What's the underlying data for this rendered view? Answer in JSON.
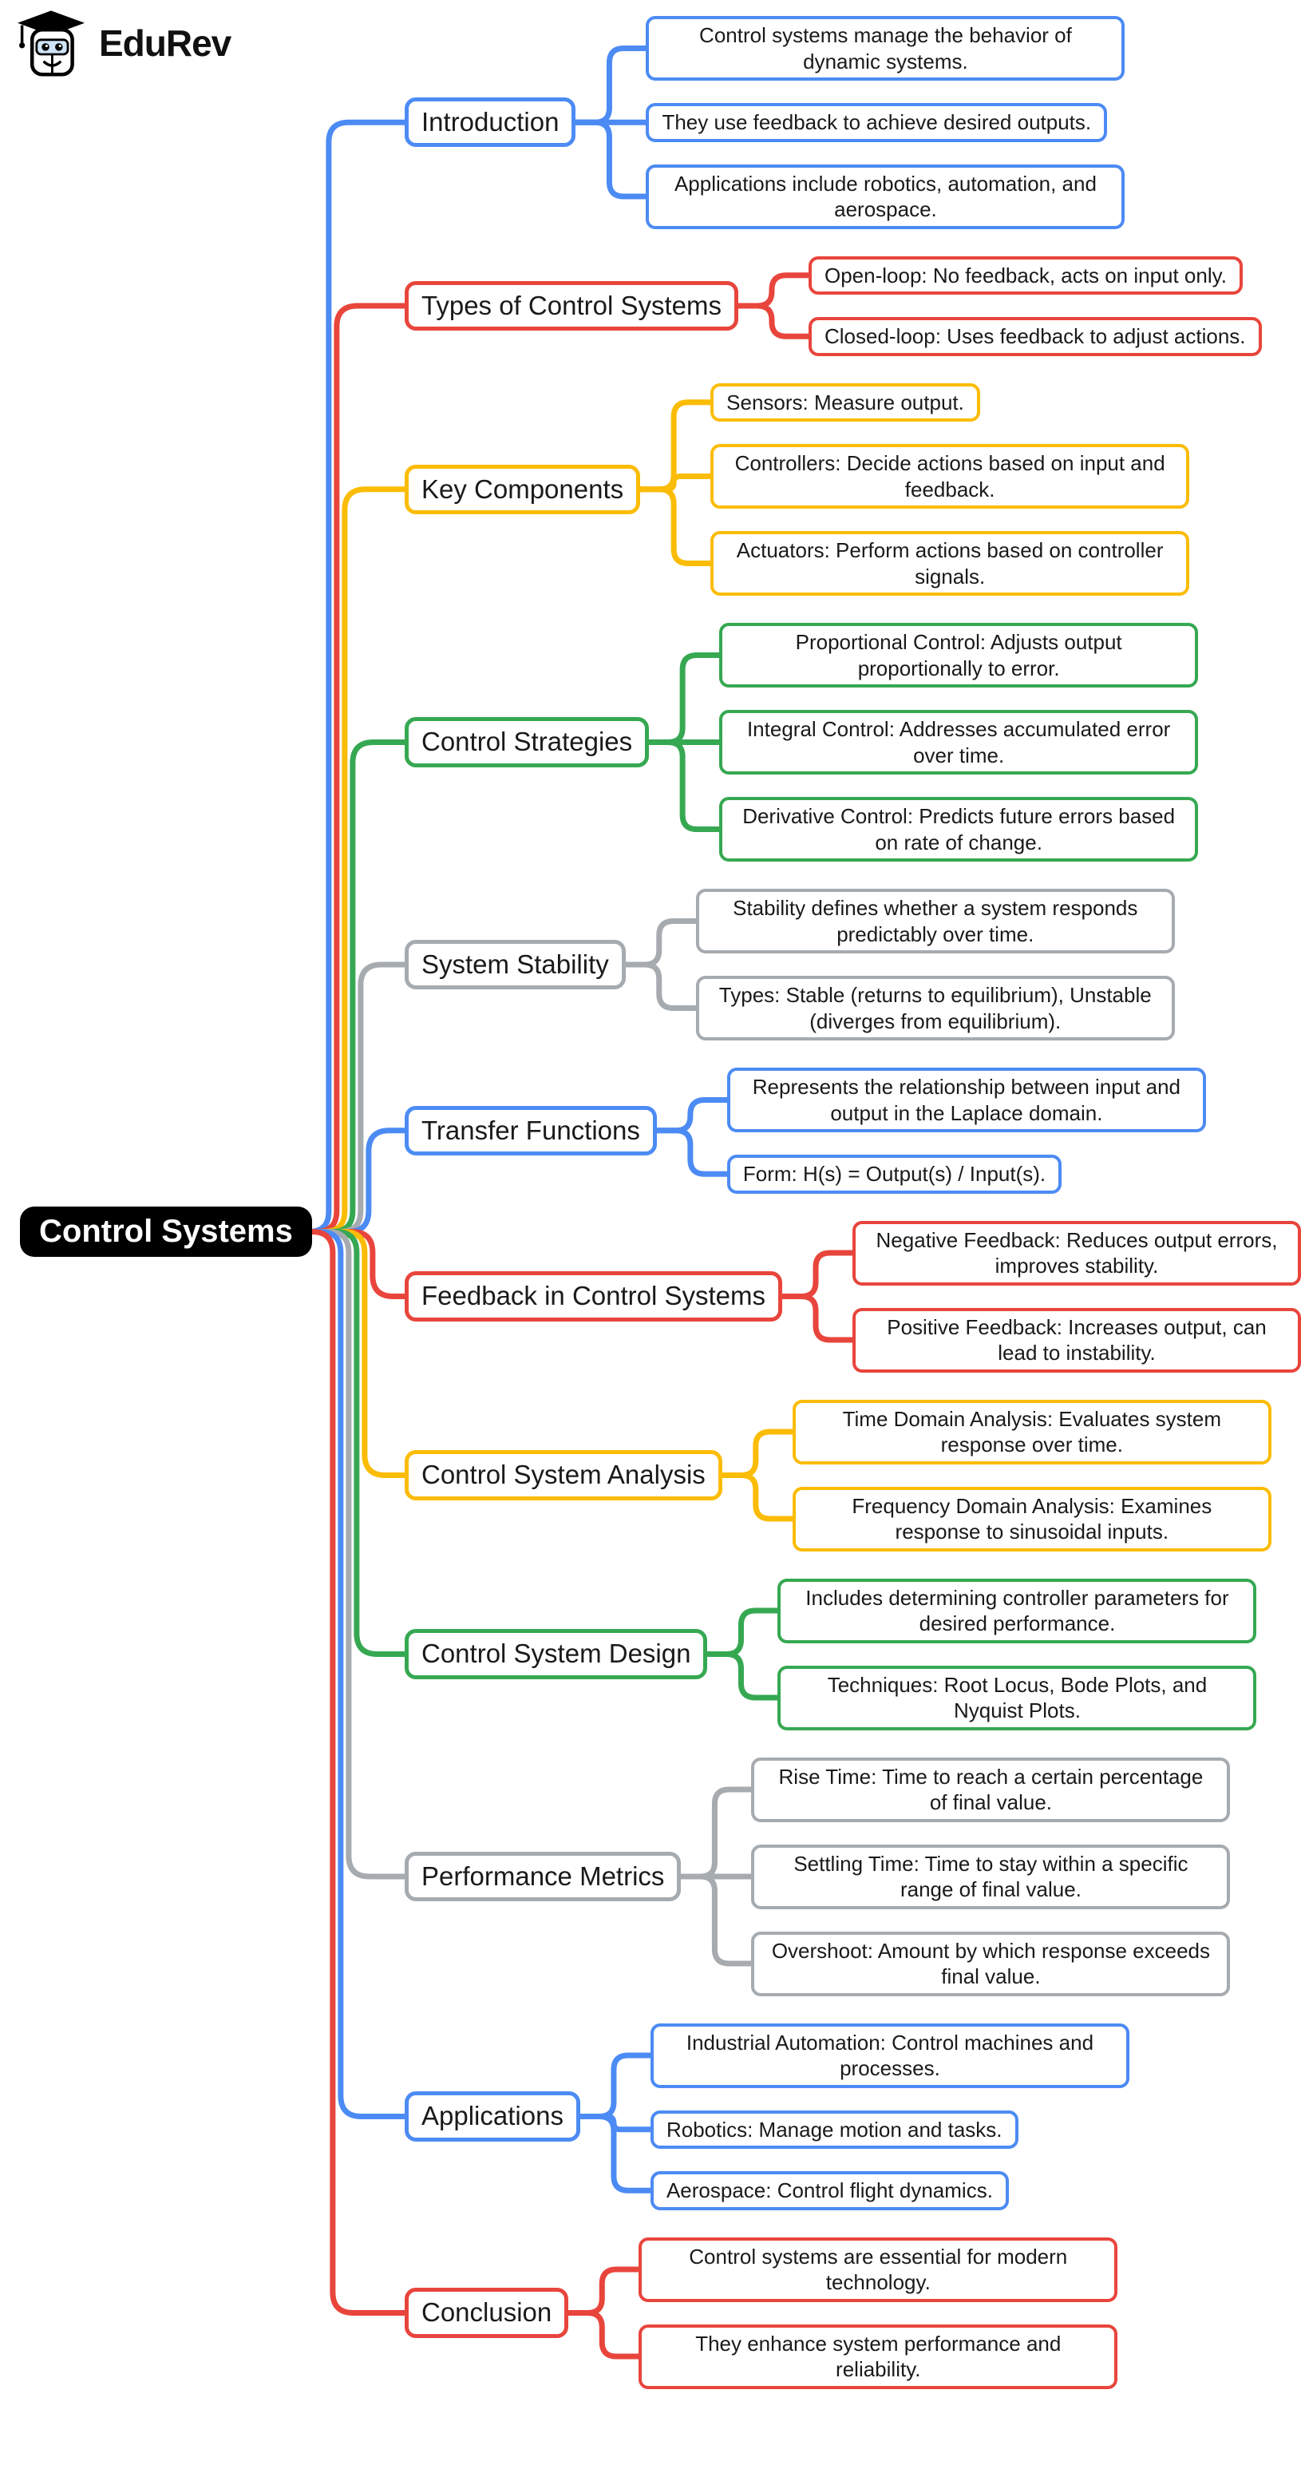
{
  "logo": {
    "text": "EduRev"
  },
  "icons": {
    "logo_icon": "graduation-cap-icon"
  },
  "colors": {
    "blue": "#4C8BF4",
    "red": "#E8453C",
    "yellow": "#FBBC05",
    "green": "#36A852",
    "gray": "#A6ABB0",
    "root_bg": "#000000",
    "root_text": "#FFFFFF"
  },
  "mindmap": {
    "root": "Control Systems",
    "branches": [
      {
        "label": "Introduction",
        "color": "blue",
        "children": [
          "Control systems manage the behavior of dynamic systems.",
          "They use feedback to achieve desired outputs.",
          "Applications include robotics, automation, and aerospace."
        ]
      },
      {
        "label": "Types of Control Systems",
        "color": "red",
        "children": [
          "Open-loop: No feedback, acts on input only.",
          "Closed-loop: Uses feedback to adjust actions."
        ]
      },
      {
        "label": "Key Components",
        "color": "yellow",
        "children": [
          "Sensors: Measure output.",
          "Controllers: Decide actions based on input and feedback.",
          "Actuators: Perform actions based on controller signals."
        ]
      },
      {
        "label": "Control Strategies",
        "color": "green",
        "children": [
          "Proportional Control: Adjusts output proportionally to error.",
          "Integral Control: Addresses accumulated error over time.",
          "Derivative Control: Predicts future errors based on rate of change."
        ]
      },
      {
        "label": "System Stability",
        "color": "gray",
        "children": [
          "Stability defines whether a system responds predictably over time.",
          "Types: Stable (returns to equilibrium), Unstable (diverges from equilibrium)."
        ]
      },
      {
        "label": "Transfer Functions",
        "color": "blue",
        "children": [
          "Represents the relationship between input and output in the Laplace domain.",
          "Form: H(s) = Output(s) / Input(s)."
        ]
      },
      {
        "label": "Feedback in Control Systems",
        "color": "red",
        "children": [
          "Negative Feedback: Reduces output errors, improves stability.",
          "Positive Feedback: Increases output, can lead to instability."
        ]
      },
      {
        "label": "Control System Analysis",
        "color": "yellow",
        "children": [
          "Time Domain Analysis: Evaluates system response over time.",
          "Frequency Domain Analysis: Examines response to sinusoidal inputs."
        ]
      },
      {
        "label": "Control System Design",
        "color": "green",
        "children": [
          "Includes determining controller parameters for desired performance.",
          "Techniques: Root Locus, Bode Plots, and Nyquist Plots."
        ]
      },
      {
        "label": "Performance Metrics",
        "color": "gray",
        "children": [
          "Rise Time: Time to reach a certain percentage of final value.",
          "Settling Time: Time to stay within a specific range of final value.",
          "Overshoot: Amount by which response exceeds final value."
        ]
      },
      {
        "label": "Applications",
        "color": "blue",
        "children": [
          "Industrial Automation: Control machines and processes.",
          "Robotics: Manage motion and tasks.",
          "Aerospace: Control flight dynamics."
        ]
      },
      {
        "label": "Conclusion",
        "color": "red",
        "children": [
          "Control systems are essential for modern technology.",
          "They enhance system performance and reliability."
        ]
      }
    ]
  }
}
